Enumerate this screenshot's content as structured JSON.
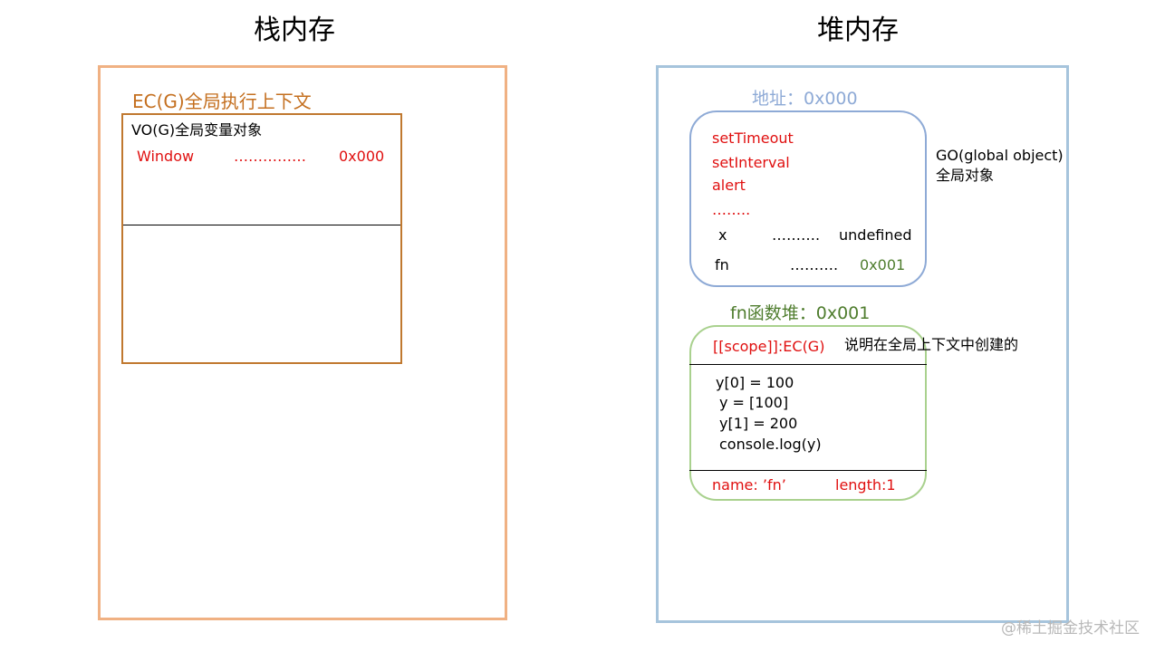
{
  "stack": {
    "title": "栈内存",
    "ec_label": "EC(G)全局执行上下文",
    "vo_label": "VO(G)全局变量对象",
    "entry": {
      "name": "Window",
      "dots": "……………",
      "address": "0x000"
    }
  },
  "heap": {
    "title": "堆内存",
    "global_object": {
      "address_label": "地址：0x000",
      "side_label_line1": "GO(global object)",
      "side_label_line2": "全局对象",
      "builtins": [
        "setTimeout",
        "setInterval",
        "alert",
        "…….."
      ],
      "rows": [
        {
          "name": "x",
          "dots": "……….",
          "value": "undefined"
        },
        {
          "name": "fn",
          "dots": "……….",
          "value": "0x001"
        }
      ]
    },
    "fn_heap": {
      "address_label": "fn函数堆：0x001",
      "scope": "[[scope]]:EC(G)",
      "scope_note": "说明在全局上下文中创建的",
      "code_lines": [
        "y[0] = 100",
        "y = [100]",
        "y[1] = 200",
        "console.log(y)"
      ],
      "name_prop": "name: ’fn’",
      "length_prop": "length:1"
    }
  },
  "watermark": "@稀土掘金技术社区",
  "colors": {
    "stack_border": "#f0b183",
    "ec_text": "#c46f1f",
    "vo_border": "#c0782f",
    "heap_border": "#a6c4dc",
    "go_border": "#8eaad6",
    "fn_border": "#a9d18e",
    "red_text": "#e01010",
    "green_text": "#4f7d2e"
  }
}
